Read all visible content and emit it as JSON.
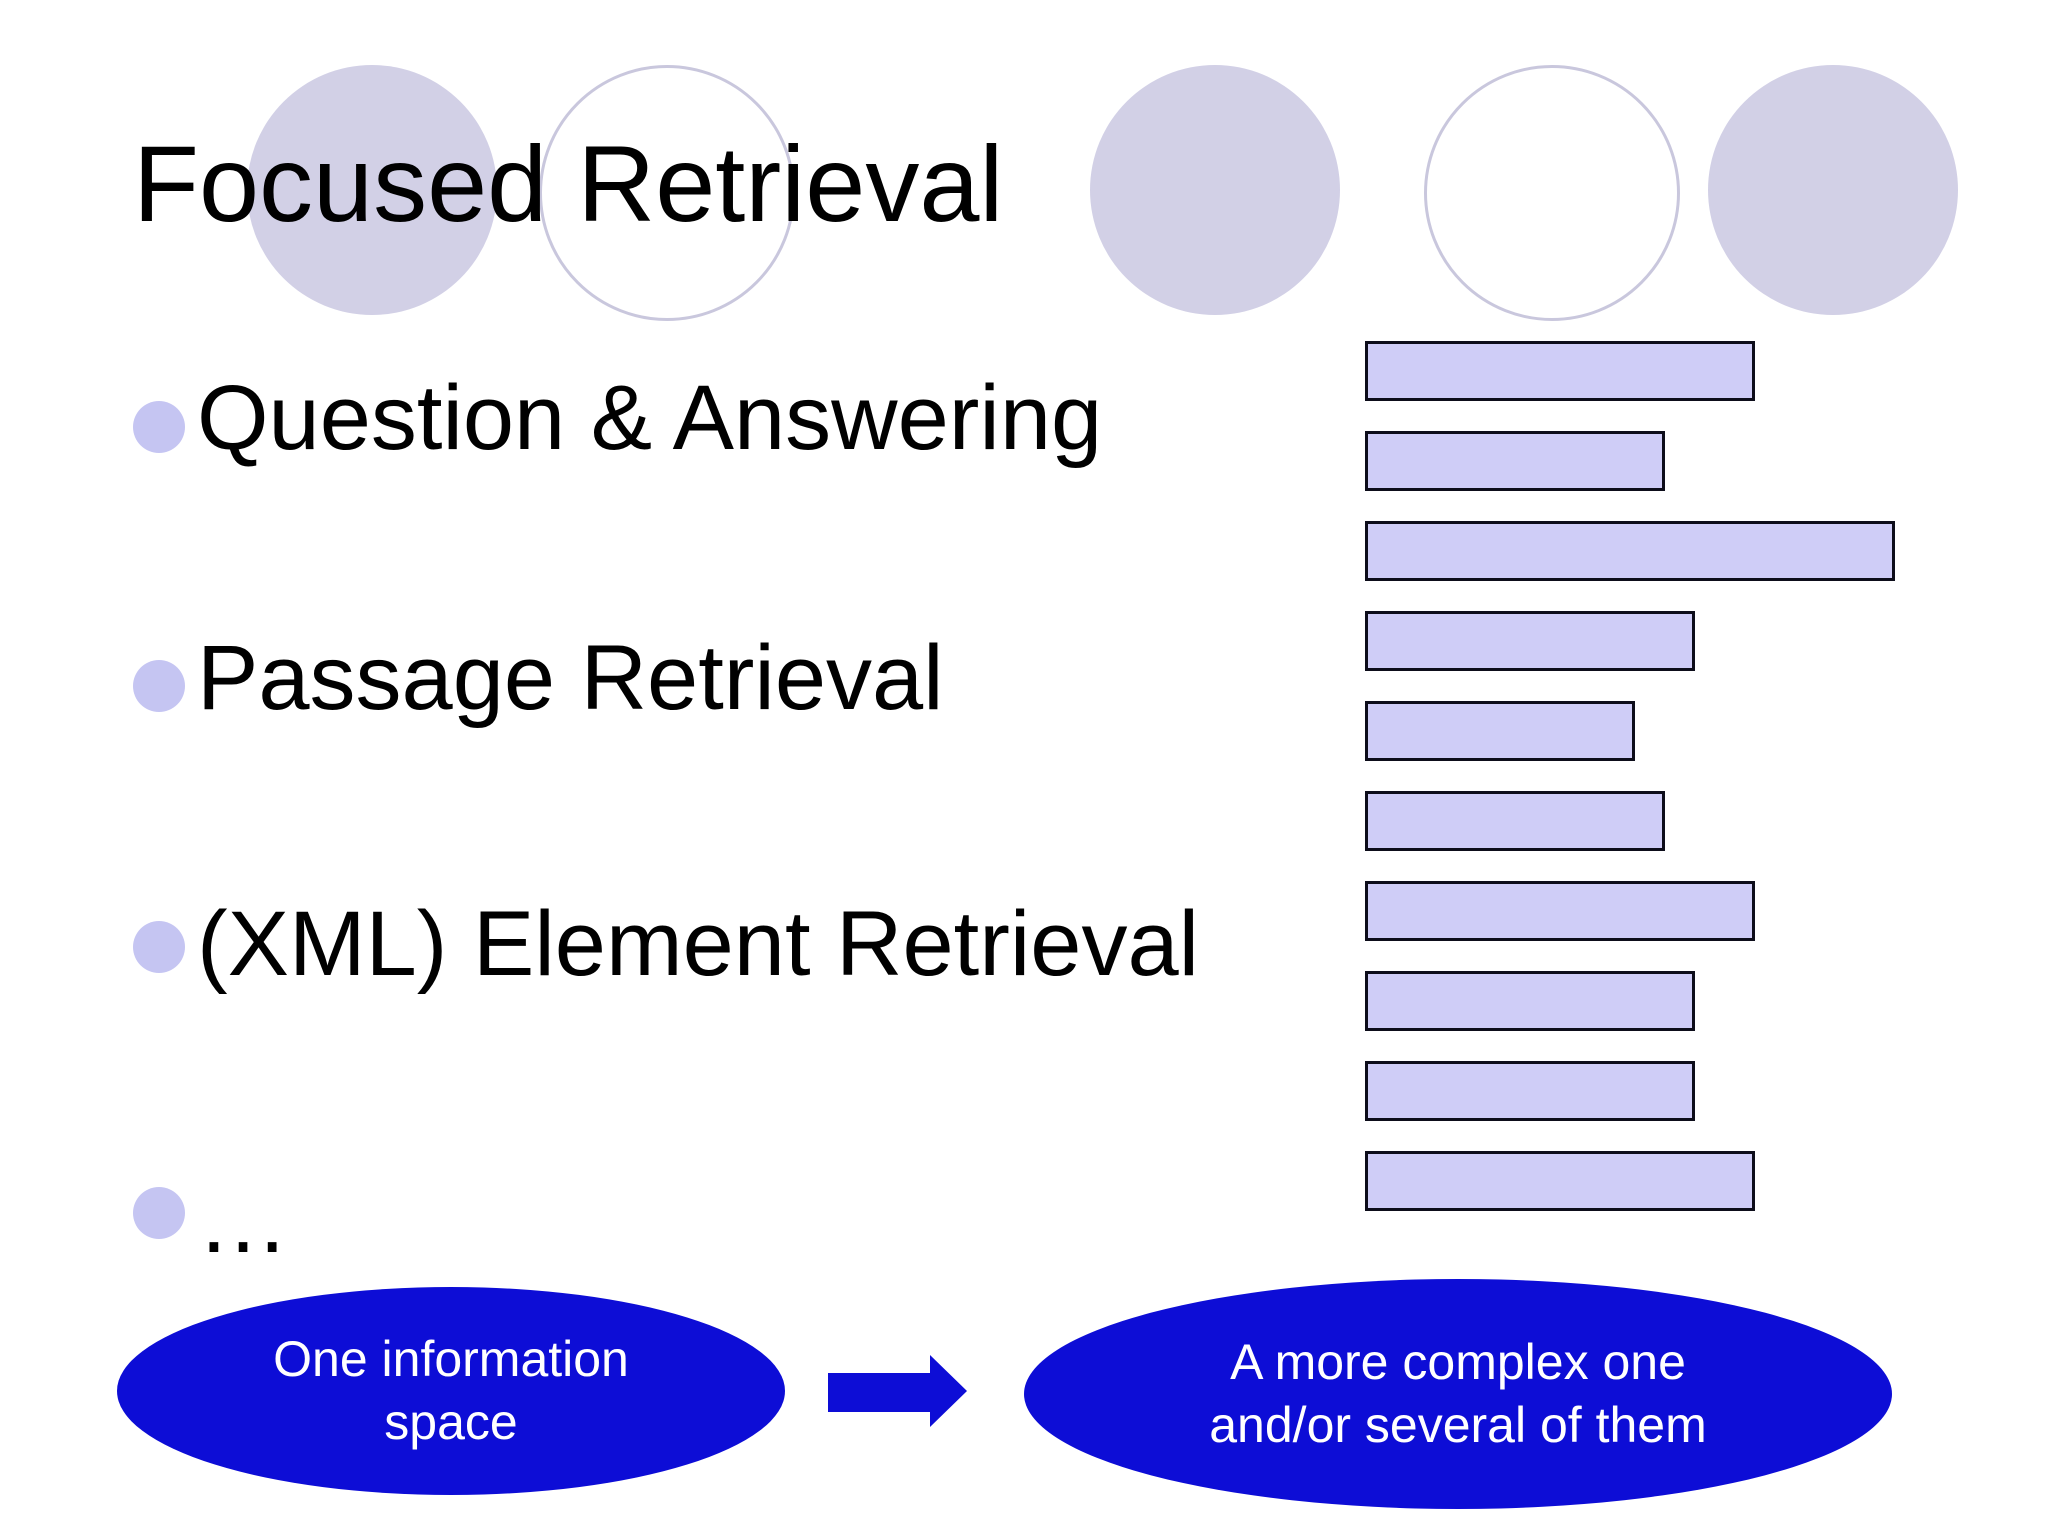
{
  "slide_title": "Focused Retrieval",
  "bullets": [
    "Question & Answering",
    "Passage Retrieval",
    "(XML) Element Retrieval",
    "…"
  ],
  "bars": {
    "count": 10,
    "widths": [
      390,
      300,
      530,
      330,
      270,
      300,
      390,
      330,
      330,
      390
    ]
  },
  "flow": {
    "source_label_line1": "One information",
    "source_label_line2": "space",
    "arrow_icon": "right-block-arrow",
    "target_label_line1": "A more complex one",
    "target_label_line2": "and/or several of them"
  },
  "colors": {
    "background": "#ffffff",
    "text": "#000000",
    "title_text": "#000000",
    "bullet_marker": "#c5c5f2",
    "decor_circle_fill": "#d2d0e6",
    "decor_circle_outline": "#c9c7dd",
    "bar_fill": "#cfcdf7",
    "bar_border": "#0d0d1a",
    "flow_blue": "#0d0dd6",
    "flow_text": "#ffffff"
  }
}
